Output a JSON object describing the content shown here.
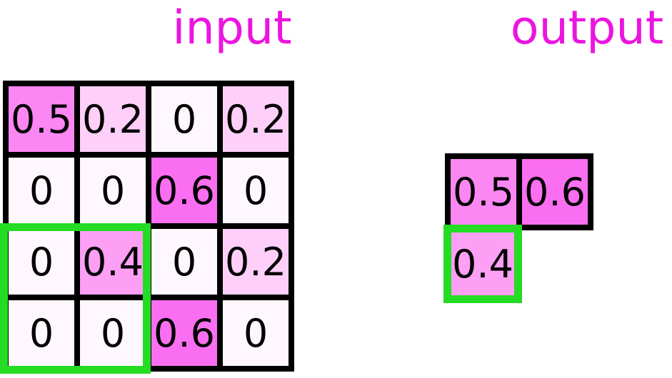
{
  "titles": {
    "input": "input",
    "output": "output"
  },
  "colors": {
    "title_text": "#EC15E0",
    "grid_line": "#000000",
    "highlight_window": "#23DC23",
    "cell_text": "#000000",
    "value_fill": {
      "0": "#FEF8FE",
      "0.2": "#FDCFF9",
      "0.4": "#FC9FF5",
      "0.5": "#FB87F3",
      "0.6": "#FA6FF1"
    }
  },
  "input_grid": {
    "rows": 4,
    "cols": 4,
    "values": [
      [
        "0.5",
        "0.2",
        "0",
        "0.2"
      ],
      [
        "0",
        "0",
        "0.6",
        "0"
      ],
      [
        "0",
        "0.4",
        "0",
        "0.2"
      ],
      [
        "0",
        "0",
        "0.6",
        "0"
      ]
    ],
    "highlight_window": {
      "row_start": 2,
      "row_end": 3,
      "col_start": 0,
      "col_end": 1
    }
  },
  "output_grid": {
    "black_row_values": [
      "0.5",
      "0.6"
    ],
    "highlight_cell_value": "0.4"
  }
}
